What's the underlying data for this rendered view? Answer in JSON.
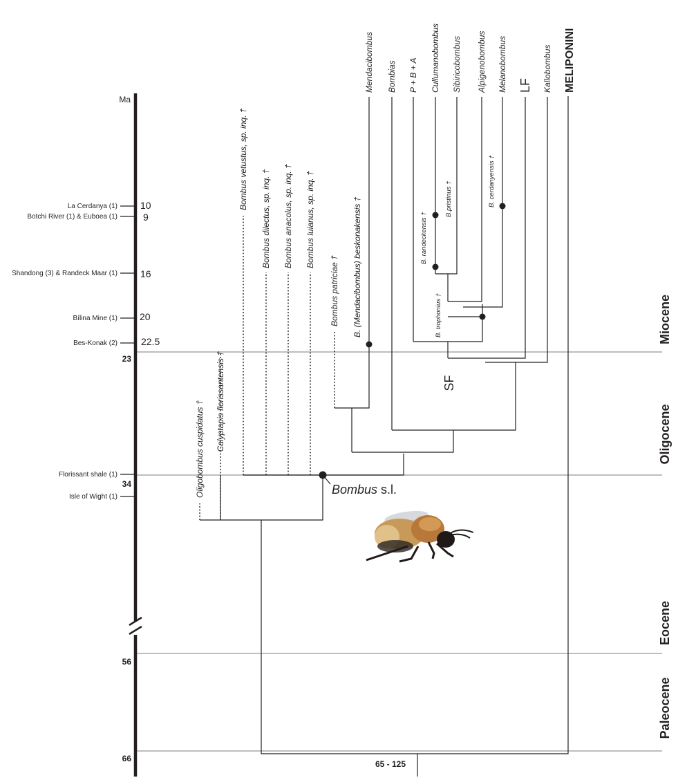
{
  "axis": {
    "unit": "Ma",
    "bold_ages": [
      "23",
      "34",
      "56",
      "66"
    ]
  },
  "localities": [
    {
      "label": "La Cerdanya (1)",
      "age": "10"
    },
    {
      "label": "Botchi River (1) & Euboea (1)",
      "age": "9"
    },
    {
      "label": "Shandong (3) & Randeck Maar (1)",
      "age": "16"
    },
    {
      "label": "Bílina Mine (1)",
      "age": "20"
    },
    {
      "label": "Bes-Konak (2)",
      "age": "22.5"
    },
    {
      "label": "Florissant shale (1)",
      "age": ""
    },
    {
      "label": "Isle of Wight (1)",
      "age": ""
    }
  ],
  "epochs": [
    "Miocene",
    "Oligocene",
    "Eocene",
    "Paleocene"
  ],
  "fossil_taxa": [
    "Oligobombus cuspidatus †",
    "Calyptapis florissantensis †",
    "Bombus vetustus, sp. inq. †",
    "Bombus dilectus, sp. inq. †",
    "Bombus anacolus, sp. inq. †",
    "Bombus luianus, sp. inq. †",
    "Bombus patriciae †",
    "B. (Mendacibombus) beskonakensis †"
  ],
  "extant_taxa": [
    "Mendacibombus",
    "Bombias",
    "P + B + A",
    "Cullumanobombus",
    "Sibiricobombus",
    "Alpigenobombus",
    "Melanobombus",
    "LF",
    "Kallobombus",
    "MELIPONINI"
  ],
  "inner_fossils": [
    "B. randeckensis †",
    "B.pristinus †",
    "B. trophonius †",
    "B. cerdanyensis †"
  ],
  "labels": {
    "sf": "SF",
    "bombus_sl": "Bombus",
    "bombus_sl_suffix": " s.l.",
    "root_range": "65 - 125"
  },
  "icons": {
    "bee": "bumblebee-photo-icon"
  }
}
